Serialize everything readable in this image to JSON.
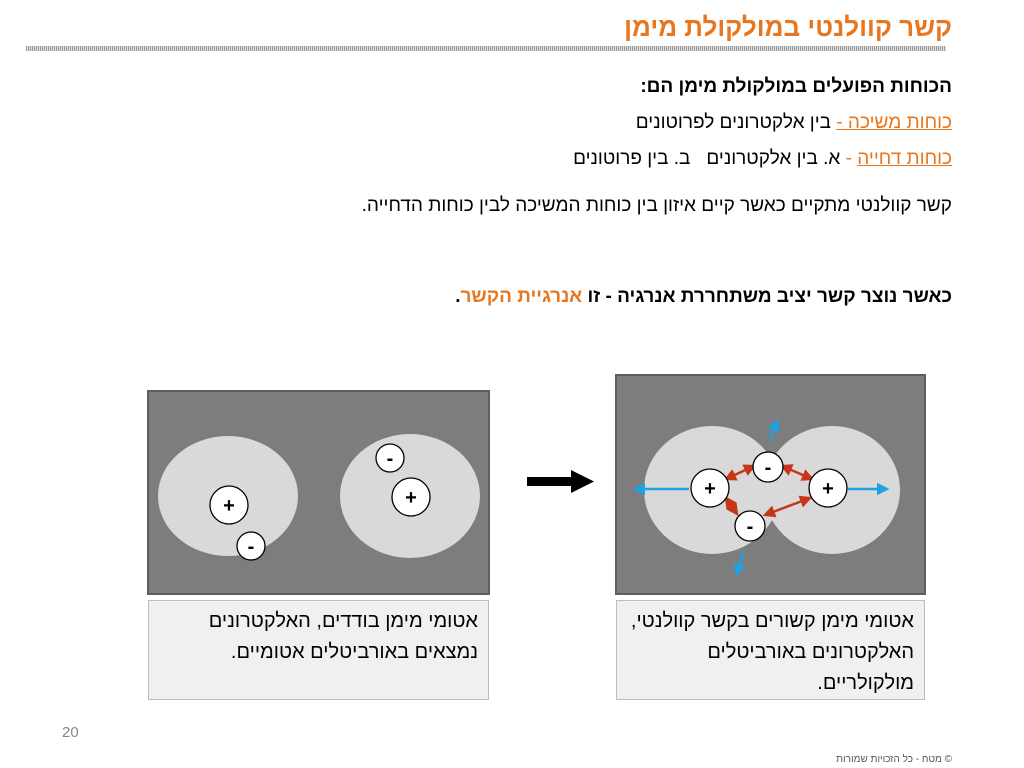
{
  "slide": {
    "title": "קשר קוולנטי במולקולת מימן",
    "forces_heading": "הכוחות הפועלים במולקולת מימן הם:",
    "attraction": {
      "label": "כוחות משיכה -",
      "text": " בין אלקטרונים לפרוטונים"
    },
    "repulsion": {
      "label": "כוחות דחייה",
      "dash": " - ",
      "part_a": "א. בין אלקטרונים",
      "part_b": "ב. בין פרוטונים"
    },
    "balance_text": "קשר קוולנטי מתקיים כאשר קיים איזון בין כוחות המשיכה לבין כוחות הדחייה.",
    "energy_sentence": {
      "text": "כאשר נוצר קשר יציב משתחררת אנרגיה - זו ",
      "highlight": "אנרגיית הקשר",
      "end": "."
    },
    "page_number": "20",
    "copyright": "© מטח - כל הזכויות שמורות"
  },
  "diagram": {
    "separate_atoms": {
      "proton_symbol": "+",
      "electron_symbol": "-",
      "caption": "אטומי מימן בודדים, האלקטרונים נמצאים באורביטלים אטומיים."
    },
    "bonded_molecule": {
      "proton_symbol": "+",
      "electron_symbol": "-",
      "caption": "אטומי מימן קשורים בקשר קוולנטי, האלקטרונים באורביטלים מולקולריים."
    },
    "colors": {
      "panel": "#7d7d7d",
      "orbital": "#d9d9d9",
      "attraction_arrows": "#c8361a",
      "repulsion_arrows": "#1fa3e0",
      "accent": "#e8761e"
    }
  }
}
